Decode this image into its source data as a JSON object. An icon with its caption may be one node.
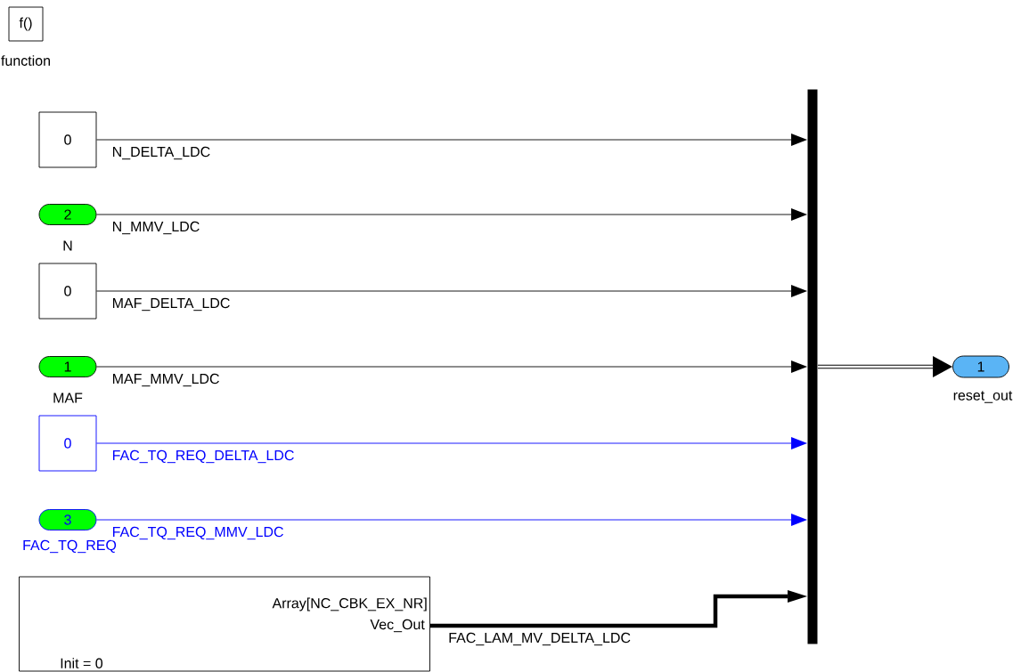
{
  "diagram": {
    "nodes": [
      {
        "text": [
          "f()"
        ],
        "beside": [
          "function"
        ]
      },
      {
        "text": [
          "0"
        ]
      },
      {
        "text": [
          "2"
        ],
        "beside": [
          "N"
        ]
      },
      {
        "text": [
          "0"
        ]
      },
      {
        "text": [
          "1"
        ],
        "beside": [
          "MAF"
        ]
      },
      {
        "text": [
          "0"
        ]
      },
      {
        "text": [
          "3"
        ],
        "beside": [
          "FAC_TQ_REQ"
        ]
      },
      {
        "text": [
          "Array[NC_CBK_EX_NR]",
          "Vec_Out",
          "Init = 0"
        ]
      },
      {
        "text": [],
        "shape": "bar"
      },
      {
        "text": [
          "1"
        ],
        "beside": [
          "reset_out"
        ]
      }
    ],
    "edges": [
      {
        "from": 1,
        "to": 8,
        "arrow": "to",
        "label": "N_DELTA_LDC"
      },
      {
        "from": 2,
        "to": 8,
        "arrow": "to",
        "label": "N_MMV_LDC"
      },
      {
        "from": 3,
        "to": 8,
        "arrow": "to",
        "label": "MAF_DELTA_LDC"
      },
      {
        "from": 4,
        "to": 8,
        "arrow": "to",
        "label": "MAF_MMV_LDC"
      },
      {
        "from": 5,
        "to": 8,
        "arrow": "to",
        "label": "FAC_TQ_REQ_DELTA_LDC",
        "color": "#0000ff"
      },
      {
        "from": 6,
        "to": 8,
        "arrow": "to",
        "label": "FAC_TQ_REQ_MMV_LDC",
        "color": "#0000ff"
      },
      {
        "from": 7,
        "to": 8,
        "arrow": "to",
        "label": "FAC_LAM_MV_DELTA_LDC",
        "style": "thick"
      },
      {
        "from": 8,
        "to": 9,
        "arrow": "to",
        "style": "thick"
      }
    ]
  }
}
